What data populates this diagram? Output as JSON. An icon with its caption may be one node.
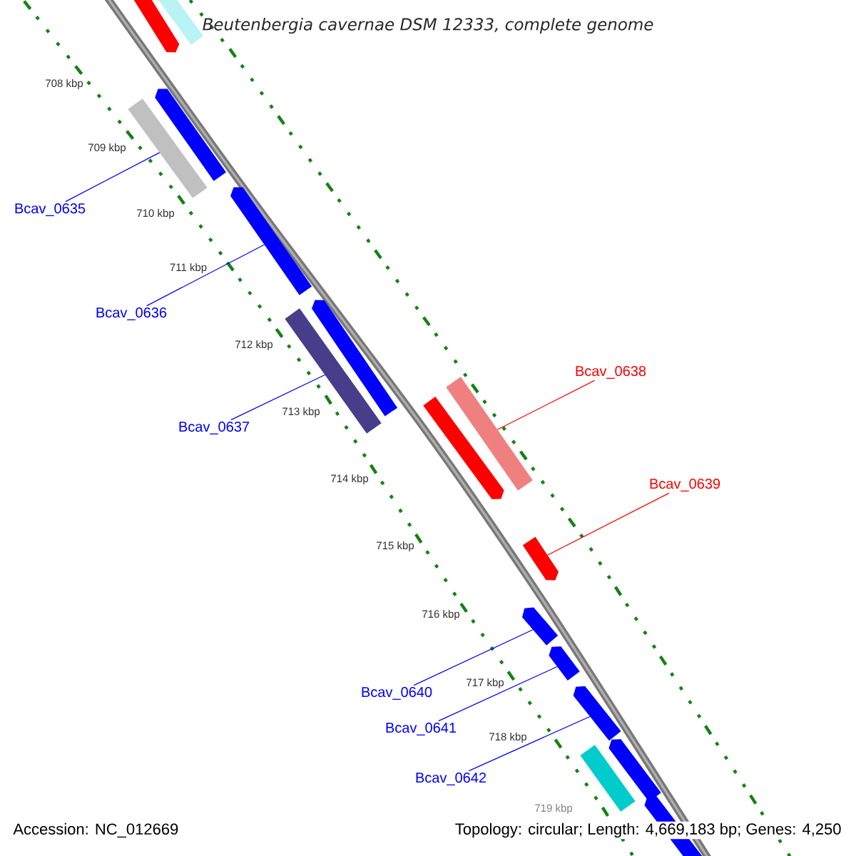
{
  "diagram": {
    "title": "Beutenbergia cavernae DSM 12333, complete genome",
    "nodes": [
      {
        "text": [],
        "shape": "bar"
      },
      {
        "text": [],
        "shape": "bar"
      },
      {
        "text": [],
        "shape": "bar"
      },
      {
        "text": [],
        "shape": "bar"
      },
      {
        "text": [],
        "shape": "bar"
      },
      {
        "text": [],
        "shape": "bar"
      },
      {
        "text": [],
        "shape": "bar"
      },
      {
        "text": [],
        "shape": "bar"
      },
      {
        "text": [],
        "shape": "bar"
      },
      {
        "text": [],
        "shape": "bar"
      },
      {
        "text": [],
        "shape": "bar"
      },
      {
        "text": [],
        "shape": "bar"
      },
      {
        "text": [],
        "shape": "bar"
      },
      {
        "text": [],
        "shape": "bar"
      },
      {
        "text": [],
        "shape": "bar"
      },
      {
        "text": [],
        "shape": "bar"
      },
      {
        "text": [
          "Bcav_0635"
        ]
      },
      {
        "text": [
          "Bcav_0636"
        ]
      },
      {
        "text": [
          "Bcav_0637"
        ]
      },
      {
        "text": [
          "Bcav_0638"
        ]
      },
      {
        "text": [
          "Bcav_0639"
        ]
      },
      {
        "text": [
          "Bcav_0640"
        ]
      },
      {
        "text": [
          "Bcav_0641"
        ]
      },
      {
        "text": [
          "Bcav_0642"
        ]
      }
    ],
    "edges": [
      {
        "from": 16,
        "to": 3,
        "arrow": "none"
      },
      {
        "from": 17,
        "to": 4,
        "arrow": "none"
      },
      {
        "from": 18,
        "to": 6,
        "arrow": "none"
      },
      {
        "from": 19,
        "to": 8,
        "arrow": "none",
        "color": "#ff0000"
      },
      {
        "from": 20,
        "to": 9,
        "arrow": "none",
        "color": "#ff0000"
      },
      {
        "from": 21,
        "to": 10,
        "arrow": "none"
      },
      {
        "from": 22,
        "to": 11,
        "arrow": "none"
      },
      {
        "from": 23,
        "to": 12,
        "arrow": "none"
      }
    ],
    "labels": [
      "708 kbp",
      "709 kbp",
      "710 kbp",
      "711 kbp",
      "712 kbp",
      "713 kbp",
      "714 kbp",
      "715 kbp",
      "716 kbp",
      "717 kbp",
      "718 kbp",
      "719 kbp",
      "Accession: NC_012669",
      "Topology: circular; Length: 4,669,183 bp; Genes: 4,250"
    ]
  }
}
